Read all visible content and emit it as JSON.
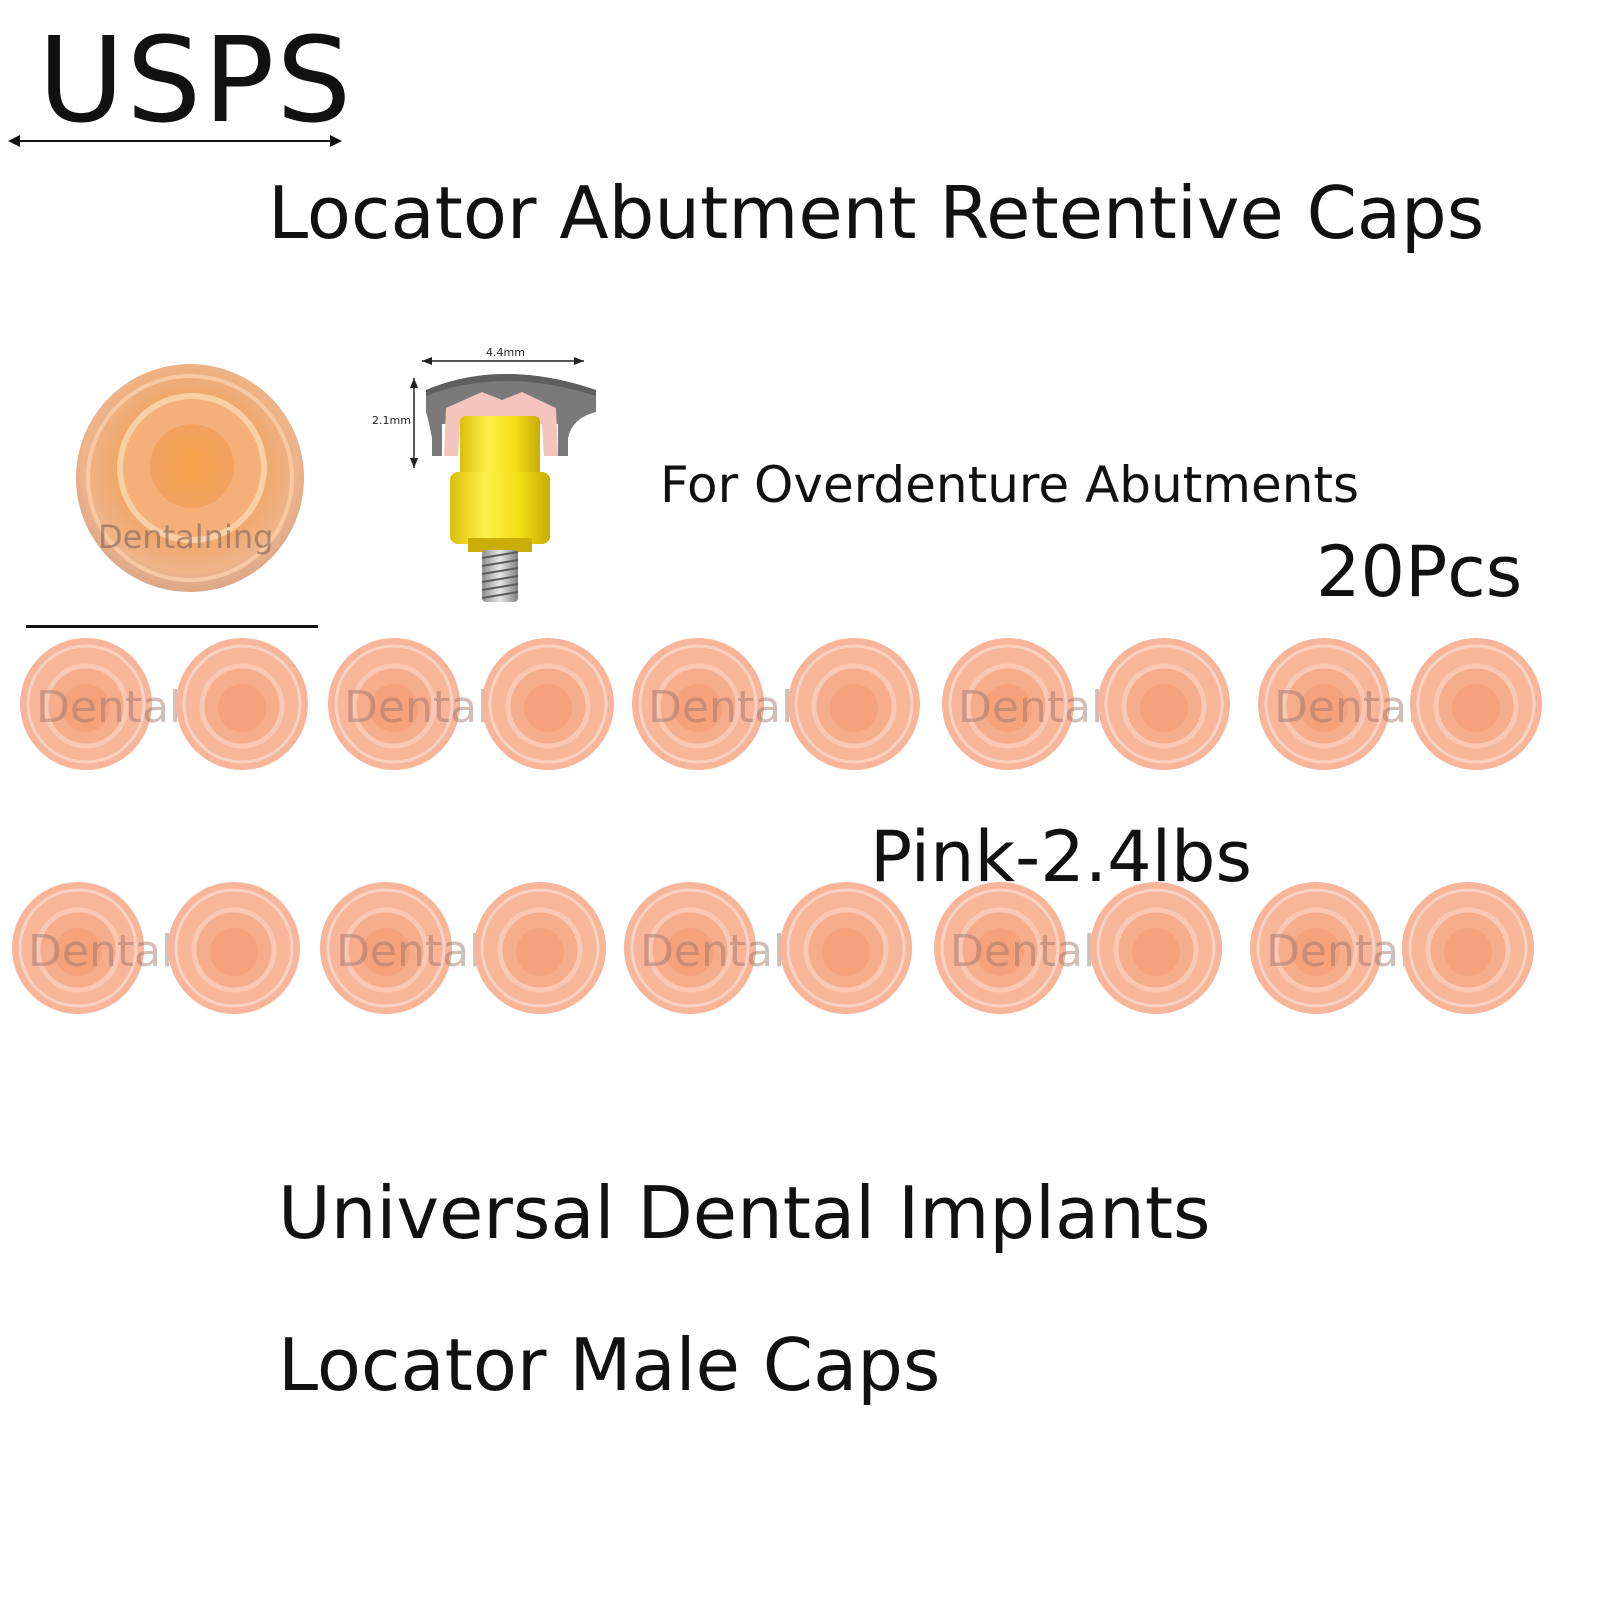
{
  "shipping_label": "USPS",
  "headline": "Locator Abutment Retentive Caps",
  "subline": "For Overdenture Abutments",
  "quantity": "20Pcs",
  "variant": "Pink-2.4lbs",
  "bottom_lines": [
    "Universal Dental Implants",
    "Locator Male Caps"
  ],
  "diagram": {
    "width_label": "4.4mm",
    "height_label": "2.1mm"
  },
  "watermarks": {
    "hero": "Dentalning",
    "small": "Dentalnig"
  },
  "colors": {
    "hero_cap": "#f2a15c",
    "small_cap": "#f7b59a",
    "small_cap_center": "#f4a27c",
    "abutment_gold": "#f2dd14",
    "housing_gray": "#7a7a7a",
    "insert_pink": "#f4c5bd"
  }
}
